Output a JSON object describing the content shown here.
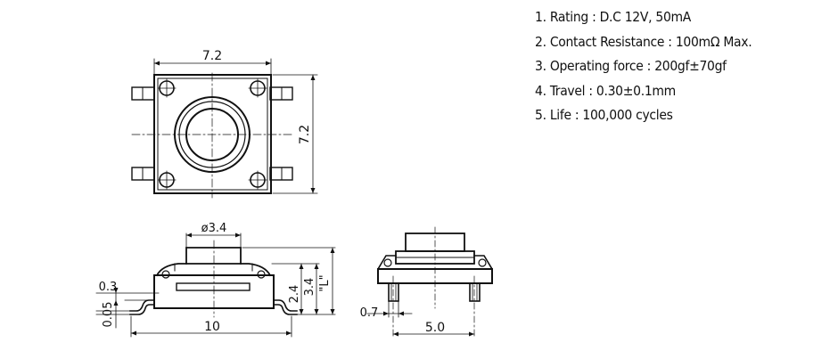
{
  "specs": [
    "1. Rating : D.C 12V, 50mA",
    "2. Contact Resistance : 100mΩ Max.",
    "3. Operating force : 200gf±70gf",
    "4. Travel : 0.30±0.1mm",
    "5. Life : 100,000 cycles"
  ],
  "top_view": {
    "width_label": "7.2",
    "height_label": "7.2"
  },
  "side_view": {
    "diameter_label": "ø3.4",
    "lead_thickness_label": "0.3",
    "standoff_label": "0.05",
    "length_label": "10",
    "body_height_label": "2.4",
    "total_height_label": "3.4",
    "l_label": "\"L\""
  },
  "end_view": {
    "lead_width_label": "0.7",
    "pitch_label": "5.0"
  }
}
